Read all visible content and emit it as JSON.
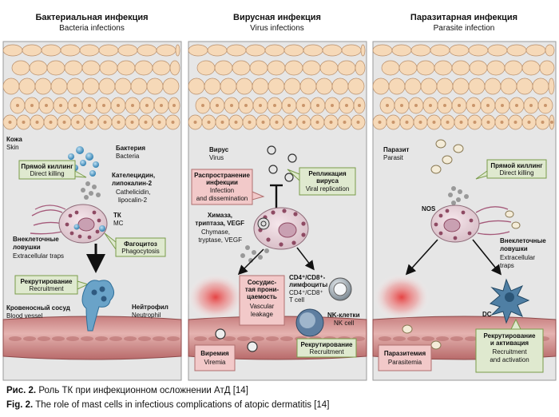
{
  "colors": {
    "panel_bg": "#e8e8e8",
    "panel_border": "#9a9a9a",
    "skin_cell": "#f6d9b8",
    "skin_stroke": "#b98f6b",
    "vessel": "#d9a3a0",
    "vessel_dark": "#b56a6a",
    "callout_green": "#dfe9cf",
    "callout_green_stroke": "#7a9c4a",
    "callout_pink": "#f2c9c9",
    "callout_pink_stroke": "#b07070",
    "mast_cell": "#e9d6dc",
    "granule": "#8e4a63",
    "bacteria": "#3a8fbf",
    "neutrophil": "#6aa3c8",
    "grey_cell": "#8e9aa3",
    "blob_red": "#e53b3b"
  },
  "panel1": {
    "title_ru": "Бактериальная инфекция",
    "title_en": "Bacteria infections",
    "skin_ru": "Кожа",
    "skin_en": "Skin",
    "bacteria_ru": "Бактерия",
    "bacteria_en": "Bacteria",
    "direct_killing_ru": "Прямой киллинг",
    "direct_killing_en": "Direct killing",
    "cathelicidin_ru1": "Кателецидин,",
    "cathelicidin_ru2": "липокалин-2",
    "cathelicidin_en1": "Cathelicidin,",
    "cathelicidin_en2": "lipocalin-2",
    "mc_ru": "ТК",
    "mc_en": "MC",
    "traps_ru1": "Внеклеточные",
    "traps_ru2": "ловушки",
    "traps_en": "Extracellular traps",
    "phagocytosis_ru": "Фагоцитоз",
    "phagocytosis_en": "Phagocytosis",
    "recruitment_ru": "Рекрутирование",
    "recruitment_en": "Recruitment",
    "vessel_ru": "Кровеносный сосуд",
    "vessel_en": "Blood vessel",
    "neutrophil_ru": "Нейтрофил",
    "neutrophil_en": "Neutrophil"
  },
  "panel2": {
    "title_ru": "Вирусная инфекция",
    "title_en": "Virus infections",
    "virus_ru": "Вирус",
    "virus_en": "Virus",
    "spread_ru1": "Распространение",
    "spread_ru2": "инфекции",
    "spread_en1": "Infection",
    "spread_en2": "and dissemination",
    "replication_ru1": "Репликация",
    "replication_ru2": "вируса",
    "replication_en": "Viral replication",
    "chymase_ru1": "Химаза,",
    "chymase_ru2": "триптаза, VEGF",
    "chymase_en1": "Chymase,",
    "chymase_en2": "tryptase, VEGF",
    "leak_ru1": "Сосудис-",
    "leak_ru2": "тая прони-",
    "leak_ru3": "цаемость",
    "leak_en1": "Vascular",
    "leak_en2": "leakage",
    "cd_ru1": "CD4⁺/CD8⁺-",
    "cd_ru2": "лимфоциты",
    "cd_en1": "CD4⁺/CD8⁺",
    "cd_en2": "T cell",
    "nk_ru": "NK-клетки",
    "nk_en": "NK cell",
    "viremia_ru": "Виремия",
    "viremia_en": "Viremia",
    "recruitment_ru": "Рекрутирование",
    "recruitment_en": "Recruitment"
  },
  "panel3": {
    "title_ru": "Паразитарная инфекция",
    "title_en": "Parasite infection",
    "parasite_ru": "Паразит",
    "parasite_en": "Parasit",
    "direct_killing_ru": "Прямой киллинг",
    "direct_killing_en": "Direct killing",
    "nos": "NOS",
    "traps_ru1": "Внеклеточные",
    "traps_ru2": "ловушки",
    "traps_en1": "Extracellular",
    "traps_en2": "traps",
    "dc": "DC",
    "recruit_ru1": "Рекрутирование",
    "recruit_ru2": "и активация",
    "recruit_en1": "Recruitment",
    "recruit_en2": "and activation",
    "parasitemia_ru": "Паразитемия",
    "parasitemia_en": "Parasitemia"
  },
  "caption": {
    "ru_label": "Рис. 2.",
    "ru_text": " Роль ТК при инфекционном осложнении АтД [14]",
    "en_label": "Fig. 2.",
    "en_text": " The role of mast cells in infectious complications of atopic dermatitis [14]"
  }
}
